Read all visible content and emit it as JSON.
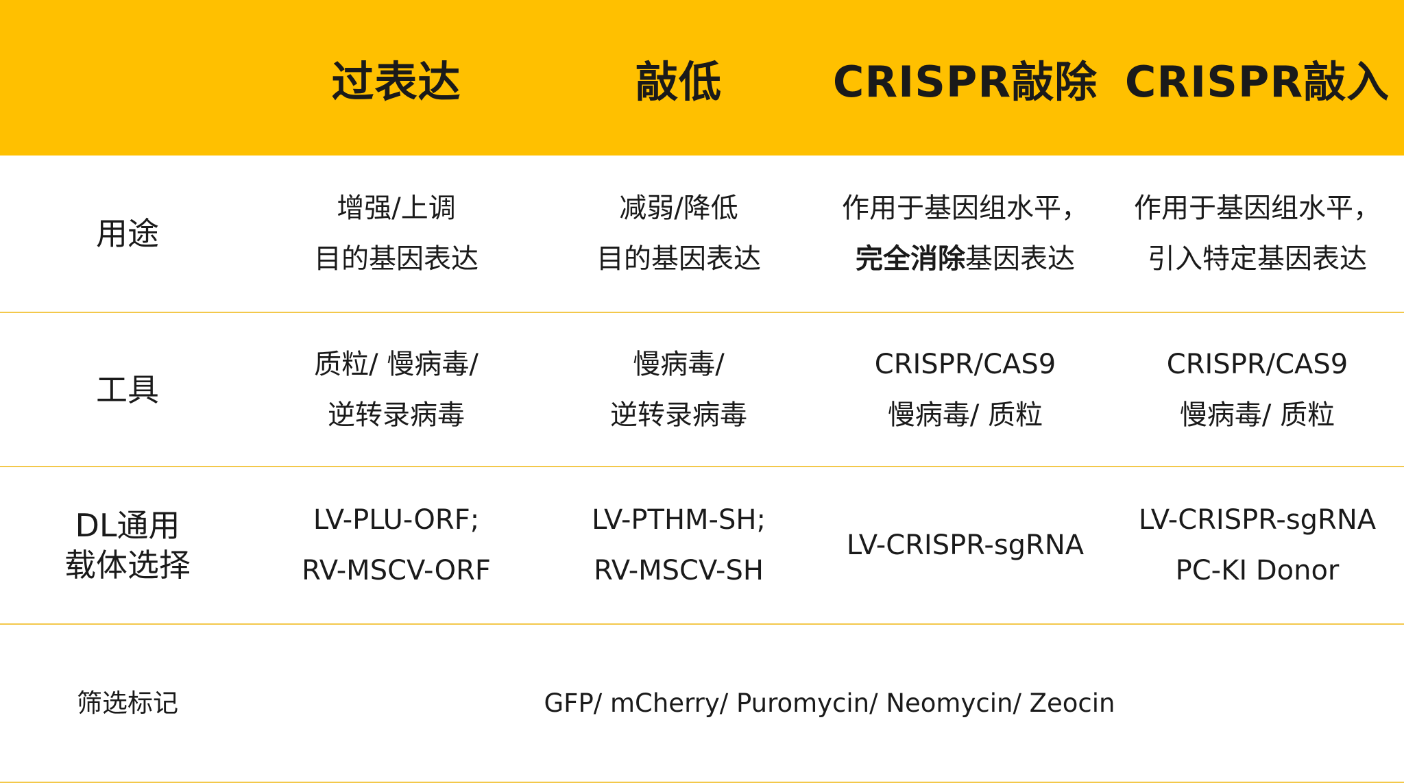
{
  "header": {
    "corner": "",
    "columns": [
      "过表达",
      "敲低",
      "CRISPR敲除",
      "CRISPR敲入"
    ]
  },
  "rows": [
    {
      "label": [
        "用途"
      ],
      "cells": [
        [
          "增强/上调",
          "目的基因表达"
        ],
        [
          "减弱/降低",
          "目的基因表达"
        ],
        [
          "作用于基因组水平，",
          "完全消除基因表达"
        ],
        [
          "作用于基因组水平，",
          "引入特定基因表达"
        ]
      ],
      "bold_prefix": "完全消除"
    },
    {
      "label": [
        "工具"
      ],
      "cells": [
        [
          "质粒/ 慢病毒/",
          "逆转录病毒"
        ],
        [
          "慢病毒/",
          "逆转录病毒"
        ],
        [
          "CRISPR/CAS9",
          "慢病毒/ 质粒"
        ],
        [
          "CRISPR/CAS9",
          "慢病毒/ 质粒"
        ]
      ]
    },
    {
      "label": [
        "DL通用",
        "载体选择"
      ],
      "cells": [
        [
          "LV-PLU-ORF;",
          "RV-MSCV-ORF"
        ],
        [
          "LV-PTHM-SH;",
          "RV-MSCV-SH"
        ],
        [
          "LV-CRISPR-sgRNA"
        ],
        [
          "LV-CRISPR-sgRNA",
          "PC-KI Donor"
        ]
      ]
    }
  ],
  "marker_row": {
    "label": "筛选标记",
    "value": "GFP/ mCherry/ Puromycin/ Neomycin/ Zeocin"
  },
  "colors": {
    "header_bg": "#ffc000",
    "row_divider": "#f3c84b"
  }
}
